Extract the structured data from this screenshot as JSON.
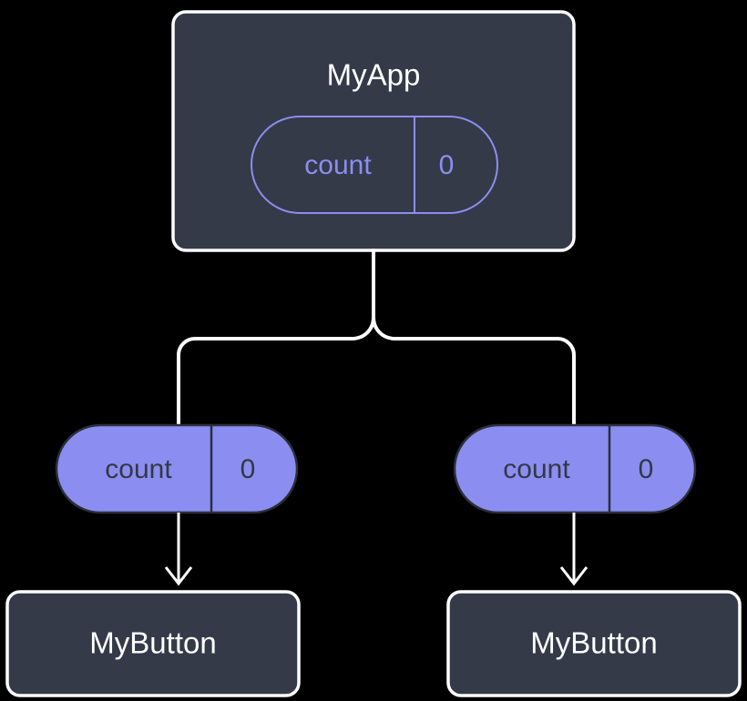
{
  "diagram": {
    "type": "component-state-tree",
    "background_color": "#000000",
    "colors": {
      "node_fill": "#343a48",
      "node_border": "#ffffff",
      "accent_purple": "#8b8ef0",
      "pill_text_dark": "#333845",
      "connector": "#ffffff"
    },
    "root": {
      "id": "myapp",
      "title": "MyApp",
      "state_pill": {
        "key_label": "count",
        "value_label": "0",
        "style": "outlined"
      }
    },
    "branches": [
      {
        "id": "branch-left",
        "prop_pill": {
          "key_label": "count",
          "value_label": "0",
          "style": "filled"
        },
        "leaf": {
          "id": "mybutton-left",
          "title": "MyButton"
        }
      },
      {
        "id": "branch-right",
        "prop_pill": {
          "key_label": "count",
          "value_label": "0",
          "style": "filled"
        },
        "leaf": {
          "id": "mybutton-right",
          "title": "MyButton"
        }
      }
    ]
  }
}
